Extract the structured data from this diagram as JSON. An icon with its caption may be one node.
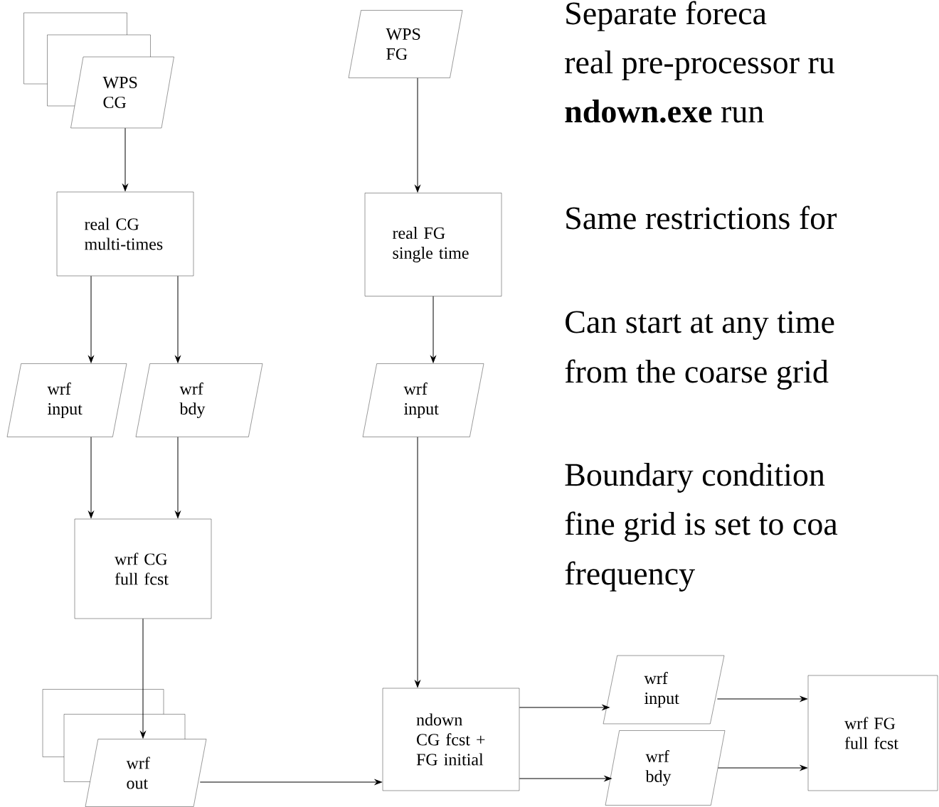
{
  "diagram": {
    "nodes": [
      {
        "text": [
          "WPS CG"
        ]
      },
      {
        "text": [
          "WPS FG"
        ]
      },
      {
        "text": [
          "real CG multi-times"
        ]
      },
      {
        "text": [
          "real FG single time"
        ]
      },
      {
        "text": [
          "wrf input"
        ]
      },
      {
        "text": [
          "wrf bdy"
        ]
      },
      {
        "text": [
          "wrf input"
        ]
      },
      {
        "text": [
          "wrf CG full fcst"
        ]
      },
      {
        "text": [
          "wrf out"
        ]
      },
      {
        "text": [
          "ndown CG fcst + FG initial"
        ]
      },
      {
        "text": [
          "wrf input"
        ]
      },
      {
        "text": [
          "wrf bdy"
        ]
      },
      {
        "text": [
          "wrf FG full fcst"
        ]
      }
    ],
    "edges": [
      {
        "from": 0,
        "to": 2,
        "arrow": "to"
      },
      {
        "from": 1,
        "to": 3,
        "arrow": "to"
      },
      {
        "from": 2,
        "to": 4,
        "arrow": "to"
      },
      {
        "from": 2,
        "to": 5,
        "arrow": "to"
      },
      {
        "from": 3,
        "to": 6,
        "arrow": "to"
      },
      {
        "from": 4,
        "to": 7,
        "arrow": "to"
      },
      {
        "from": 5,
        "to": 7,
        "arrow": "to"
      },
      {
        "from": 6,
        "to": 9,
        "arrow": "to"
      },
      {
        "from": 7,
        "to": 8,
        "arrow": "to"
      },
      {
        "from": 8,
        "to": 9,
        "arrow": "to"
      },
      {
        "from": 9,
        "to": 10,
        "arrow": "to"
      },
      {
        "from": 9,
        "to": 11,
        "arrow": "to"
      },
      {
        "from": 10,
        "to": 12,
        "arrow": "to"
      },
      {
        "from": 11,
        "to": 12,
        "arrow": "to"
      }
    ],
    "labels": [
      "Separate foreca",
      "real pre-processor ru",
      "**ndown.exe** run",
      "Same restrictions for",
      "Can start at any time",
      "from the coarse grid",
      "Boundary condition",
      "fine grid is set to coa",
      "frequency"
    ]
  }
}
